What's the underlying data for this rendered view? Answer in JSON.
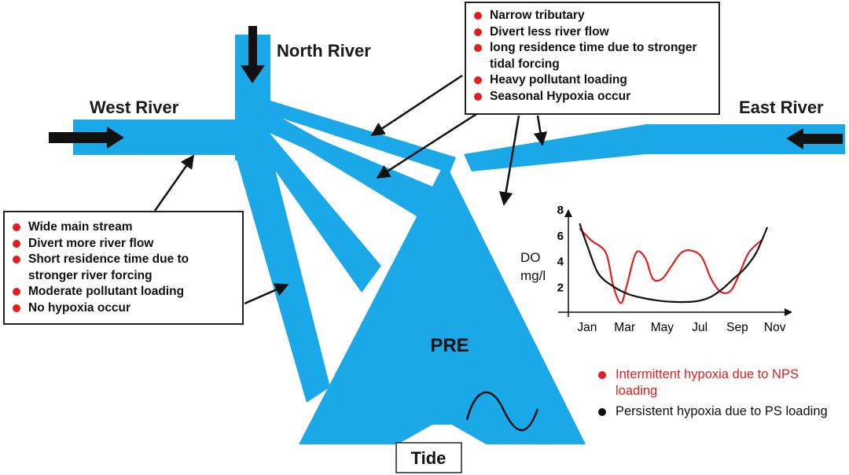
{
  "rivers": {
    "north": "North River",
    "west": "West River",
    "east": "East River"
  },
  "estuary": {
    "label": "PRE",
    "tide_label": "Tide"
  },
  "narrow_tributary_notes": [
    "Narrow tributary",
    "Divert less river flow",
    "long residence time due to stronger tidal forcing",
    "Heavy pollutant loading",
    "Seasonal Hypoxia occur"
  ],
  "wide_mainstream_notes": [
    "Wide main stream",
    "Divert more river flow",
    "Short residence time due to stronger river forcing",
    "Moderate pollutant loading",
    "No hypoxia occur"
  ],
  "chart_data": {
    "type": "line",
    "ylabel": "DO mg/l",
    "yticks": [
      2,
      4,
      6,
      8
    ],
    "xticks": [
      "Jan",
      "Mar",
      "May",
      "Jul",
      "Sep",
      "Nov"
    ],
    "ylim": [
      0,
      8
    ],
    "xlim": [
      0,
      11.6
    ],
    "series": [
      {
        "color": "#e21e1e",
        "x": [
          0.6,
          1.2,
          2.0,
          2.4,
          2.8,
          3.1,
          3.6,
          4.1,
          4.5,
          5.0,
          5.5,
          6.0,
          6.5,
          7.1,
          7.6,
          8.1,
          8.6,
          9.0,
          9.6,
          10.3
        ],
        "y": [
          6.5,
          5.6,
          4.6,
          2.0,
          0.7,
          2.0,
          4.6,
          4.2,
          2.6,
          2.6,
          3.6,
          4.6,
          4.8,
          4.3,
          2.6,
          1.6,
          1.6,
          2.6,
          4.6,
          5.6
        ]
      },
      {
        "color": "#111111",
        "x": [
          0.6,
          1.0,
          1.6,
          2.4,
          3.2,
          4.0,
          4.8,
          5.6,
          6.4,
          7.0,
          7.6,
          8.2,
          8.8,
          9.4,
          10.0,
          10.6
        ],
        "y": [
          6.9,
          5.2,
          3.0,
          2.0,
          1.4,
          1.1,
          0.9,
          0.8,
          0.8,
          0.9,
          1.2,
          1.8,
          2.6,
          3.4,
          4.6,
          6.6
        ]
      }
    ]
  },
  "legend": [
    {
      "text": "Intermittent hypoxia due to NPS loading",
      "text_color": "#e21e1e",
      "dot_color": "#e21e1e"
    },
    {
      "text": "Persistent hypoxia due to PS loading",
      "text_color": "#111111",
      "dot_color": "#111111"
    }
  ],
  "colors": {
    "water": "#1aa8e8",
    "accent": "#e21e1e",
    "ink": "#111111"
  }
}
